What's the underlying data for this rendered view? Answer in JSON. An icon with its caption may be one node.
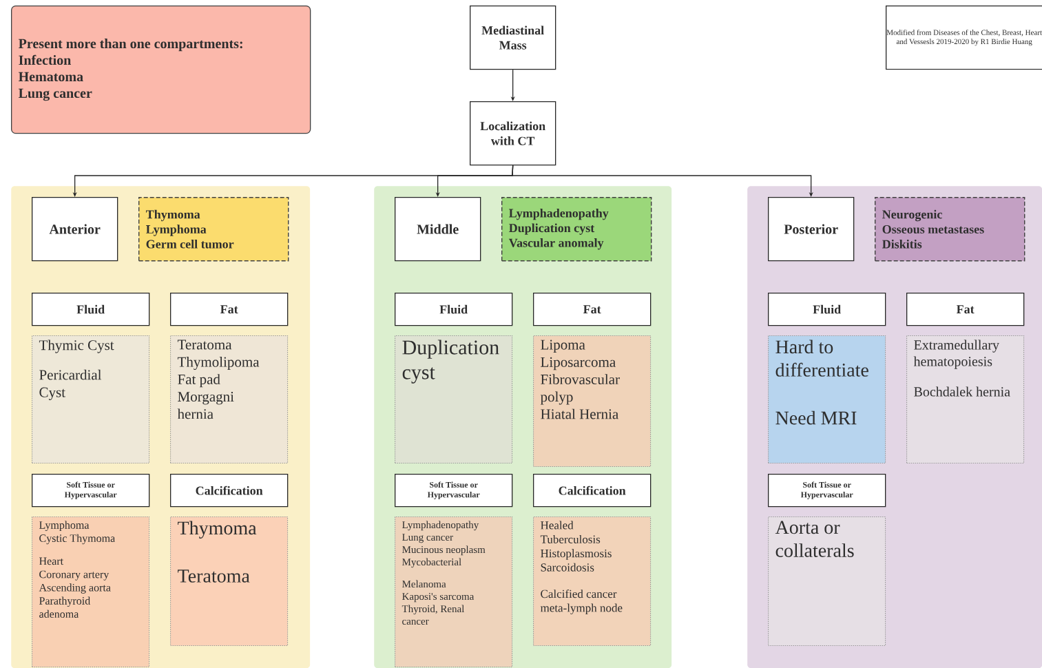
{
  "diagram": {
    "nodes": [
      {
        "text": [
          "Present more than one compartments:",
          "Infection",
          "Hematoma",
          "Lung cancer"
        ]
      },
      {
        "text": [
          "Mediastinal Mass"
        ]
      },
      {
        "text": [
          "Localization with CT"
        ]
      },
      {
        "text": [
          "Modified from Diseases of the Chest, Breast, Heart and Vessesls 2019-2020 by R1 Birdie Huang"
        ]
      },
      {
        "text": [],
        "shape": "box"
      },
      {
        "text": [
          "Anterior"
        ],
        "in": 4
      },
      {
        "text": [
          "Thymoma",
          "Lymphoma",
          "Germ cell tumor"
        ],
        "in": 4
      },
      {
        "text": [
          "Fluid"
        ],
        "in": 4
      },
      {
        "text": [
          "Fat"
        ],
        "in": 4
      },
      {
        "text": [
          "Thymic Cyst",
          "Pericardial Cyst"
        ],
        "in": 4
      },
      {
        "text": [
          "Teratoma",
          "Thymolipoma",
          "Fat pad",
          "Morgagni hernia"
        ],
        "in": 4
      },
      {
        "text": [
          "Soft Tissue or Hypervascular"
        ],
        "in": 4
      },
      {
        "text": [
          "Calcification"
        ],
        "in": 4
      },
      {
        "text": [
          "Lymphoma",
          "Cystic Thymoma",
          "Heart",
          "Coronary artery",
          "Ascending aorta",
          "Parathyroid adenoma"
        ],
        "in": 4
      },
      {
        "text": [
          "Thymoma",
          "Teratoma"
        ],
        "in": 4
      },
      {
        "text": [],
        "shape": "box"
      },
      {
        "text": [
          "Middle"
        ],
        "in": 15
      },
      {
        "text": [
          "Lymphadenopathy",
          "Duplication cyst",
          "Vascular anomaly"
        ],
        "in": 15
      },
      {
        "text": [
          "Fluid"
        ],
        "in": 15
      },
      {
        "text": [
          "Fat"
        ],
        "in": 15
      },
      {
        "text": [
          "Duplication cyst"
        ],
        "in": 15
      },
      {
        "text": [
          "Lipoma",
          "Liposarcoma",
          "Fibrovascular polyp",
          "Hiatal Hernia"
        ],
        "in": 15
      },
      {
        "text": [
          "Soft Tissue or Hypervascular"
        ],
        "in": 15
      },
      {
        "text": [
          "Calcification"
        ],
        "in": 15
      },
      {
        "text": [
          "Lymphadenopathy",
          "Lung cancer",
          "Mucinous neoplasm",
          "Mycobacterial",
          "Melanoma",
          "Kaposi's sarcoma",
          "Thyroid, Renal cancer"
        ],
        "in": 15
      },
      {
        "text": [
          "Healed",
          "Tuberculosis",
          "Histoplasmosis",
          "Sarcoidosis",
          "Calcified cancer meta-lymph node"
        ],
        "in": 15
      },
      {
        "text": [],
        "shape": "box"
      },
      {
        "text": [
          "Posterior"
        ],
        "in": 26
      },
      {
        "text": [
          "Neurogenic",
          "Osseous metastases",
          "Diskitis"
        ],
        "in": 26
      },
      {
        "text": [
          "Fluid"
        ],
        "in": 26
      },
      {
        "text": [
          "Fat"
        ],
        "in": 26
      },
      {
        "text": [
          "Hard to differentiate",
          "Need MRI"
        ],
        "in": 26
      },
      {
        "text": [
          "Extramedullary hematopoiesis",
          "Bochdalek hernia"
        ],
        "in": 26
      },
      {
        "text": [
          "Soft Tissue or Hypervascular"
        ],
        "in": 26
      },
      {
        "text": [
          "Aorta or collaterals"
        ],
        "in": 26
      }
    ],
    "edges": [
      {
        "from": 1,
        "to": 2,
        "arrow": "to"
      },
      {
        "from": 2,
        "to": 5,
        "arrow": "to"
      },
      {
        "from": 2,
        "to": 16,
        "arrow": "to"
      },
      {
        "from": 2,
        "to": 27,
        "arrow": "to"
      }
    ]
  }
}
